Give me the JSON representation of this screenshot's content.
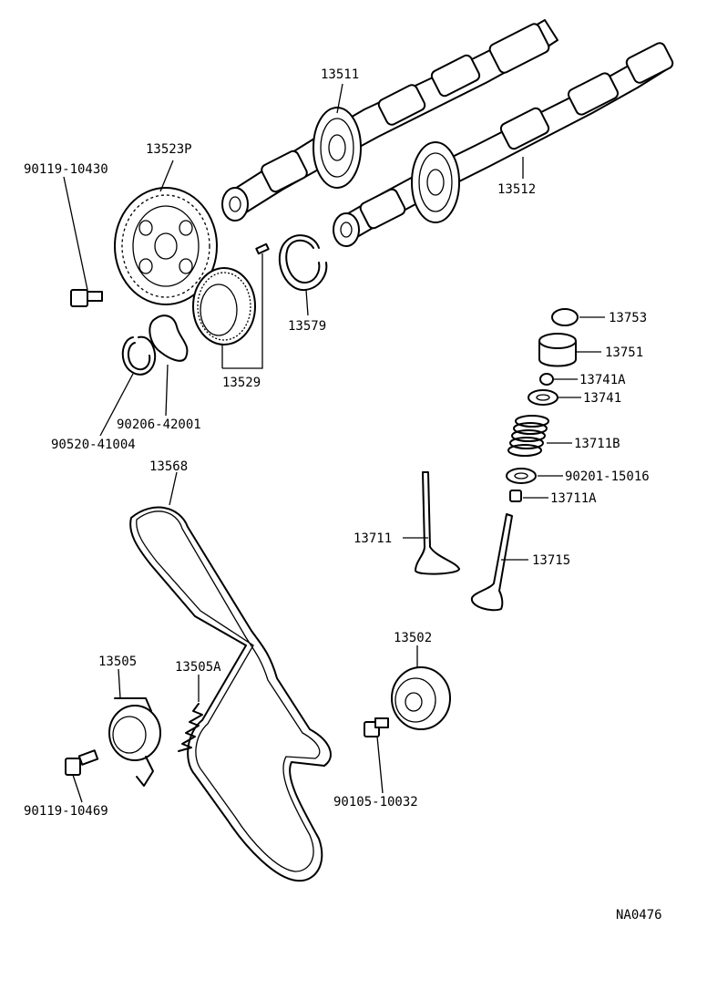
{
  "labels": {
    "p13511": "13511",
    "p13512": "13512",
    "p13523P": "13523P",
    "p90119_10430": "90119-10430",
    "p13579": "13579",
    "p13529": "13529",
    "p90206_42001": "90206-42001",
    "p90520_41004": "90520-41004",
    "p13753": "13753",
    "p13751": "13751",
    "p13741A": "13741A",
    "p13741": "13741",
    "p13711B": "13711B",
    "p90201_15016": "90201-15016",
    "p13711A": "13711A",
    "p13711": "13711",
    "p13715": "13715",
    "p13568": "13568",
    "p13505": "13505",
    "p13505A": "13505A",
    "p13502": "13502",
    "p90119_10469": "90119-10469",
    "p90105_10032": "90105-10032"
  },
  "reference_code": "NA0476"
}
